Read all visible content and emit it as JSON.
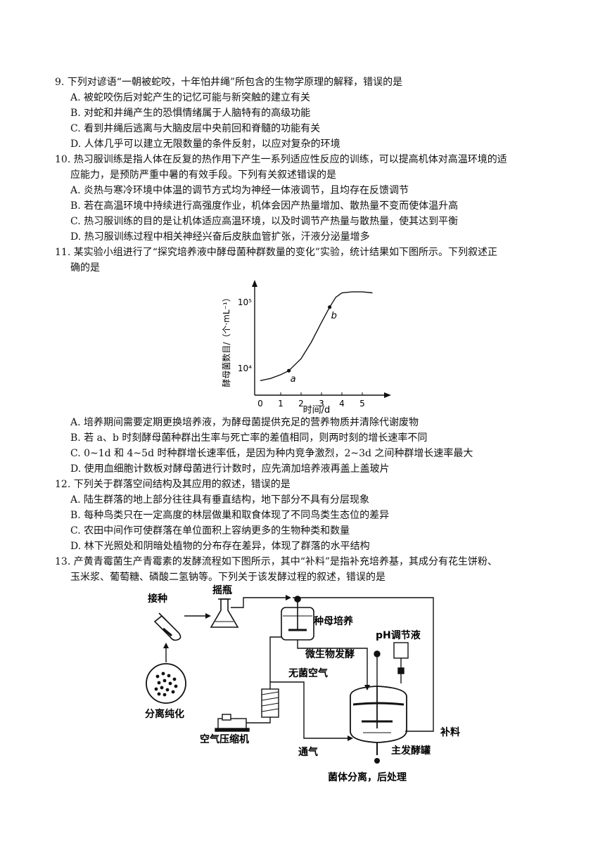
{
  "q9": {
    "stem": "9. 下列对谚语“一朝被蛇咬，十年怕井绳”所包含的生物学原理的解释，错误的是",
    "options": [
      "A. 被蛇咬伤后对蛇产生的记忆可能与新突触的建立有关",
      "B. 对蛇和井绳产生的恐惧情绪属于人脑特有的高级功能",
      "C. 看到井绳后逃离与大脑皮层中央前回和脊髓的功能有关",
      "D. 人体几乎可以建立无限数量的条件反射，以应对复杂的环境"
    ]
  },
  "q10": {
    "stem1": "10. 热习服训练是指人体在反复的热作用下产生一系列适应性反应的训练，可以提高机体对高温环境的适",
    "stem2": "应能力，是预防严重中暑的有效手段。下列有关叙述错误的是",
    "options": [
      "A. 炎热与寒冷环境中体温的调节方式均为神经一体液调节，且均存在反馈调节",
      "B. 若在高温环境中持续进行高强度作业，机体会因产热量增加、散热量不变而使体温升高",
      "C. 热习服训练的目的是让机体适应高温环境，以及时调节产热量与散热量，使其达到平衡",
      "D. 热习服训练过程中相关神经兴奋后皮肤血管扩张，汗液分泌量增多"
    ]
  },
  "q11": {
    "stem1": "11. 某实验小组进行了“探究培养液中酵母菌种群数量的变化”实验，统计结果如下图所示。下列叙述正",
    "stem2": "确的是",
    "options": [
      "A. 培养期间需要定期更换培养液，为酵母菌提供充足的营养物质并清除代谢废物",
      "B. 若 a、b 时刻酵母菌种群出生率与死亡率的差值相同，则两时刻的增长速率不同",
      "C. 0~1d 和 4~5d 时种群增长速率低，是因为种内竞争激烈，2~3d 之间种群增长速率最大",
      "D. 使用血细胞计数板对酵母菌进行计数时，应先滴加培养液再盖上盖玻片"
    ]
  },
  "q12": {
    "stem": "12. 下列关于群落空间结构及其应用的叙述，错误的是",
    "options": [
      "A. 陆生群落的地上部分往往具有垂直结构，地下部分不具有分层现象",
      "B. 每种鸟类只在一定高度的林层做巢和取食体现了不同鸟类生态位的差异",
      "C. 农田中间作可使群落在单位面积上容纳更多的生物种类和数量",
      "D. 林下光照处和阴暗处植物的分布存在差异，体现了群落的水平结构"
    ]
  },
  "q13": {
    "stem1": "13. 产黄青霉菌生产青霉素的发酵流程如下图所示，其中“补料”是指补充培养基，其成分有花生饼粉、",
    "stem2": "玉米浆、葡萄糖、磷酸二氢钠等。下列关于该发酵过程的叙述，错误的是"
  },
  "chart_data": {
    "type": "line",
    "title": "",
    "xlabel": "时间/d",
    "ylabel": "酵母菌数目/（个·mL⁻¹）",
    "x_ticks": [
      "0",
      "1",
      "2",
      "3",
      "4",
      "5"
    ],
    "y_ticks": [
      "10⁴",
      "10⁵"
    ],
    "y_scale": "log",
    "series": [
      {
        "x": [
          0,
          0.5,
          1,
          1.4,
          2,
          2.5,
          3,
          3.4,
          3.7,
          4,
          4.5,
          5,
          5.5
        ],
        "y": [
          6500,
          7000,
          8000,
          9200,
          14000,
          25000,
          50000,
          85000,
          120000,
          140000,
          145000,
          145000,
          140000
        ]
      }
    ],
    "points": [
      {
        "label": "a",
        "x": 1.4,
        "y": 9200
      },
      {
        "label": "b",
        "x": 3.4,
        "y": 85000
      }
    ]
  },
  "diagram": {
    "labels": {
      "inoculate": "接种",
      "shake_flask": "摇瓶",
      "seed_culture": "种母培养",
      "ph_solution": "pH调节液",
      "microbial_fermentation": "微生物发酵",
      "sterile_air": "无菌空气",
      "isolation_purification": "分离纯化",
      "air_compressor": "空气压缩机",
      "aeration": "通气",
      "feeding": "补料",
      "main_tank": "主发酵罐",
      "separation": "菌体分离，后处理"
    }
  }
}
